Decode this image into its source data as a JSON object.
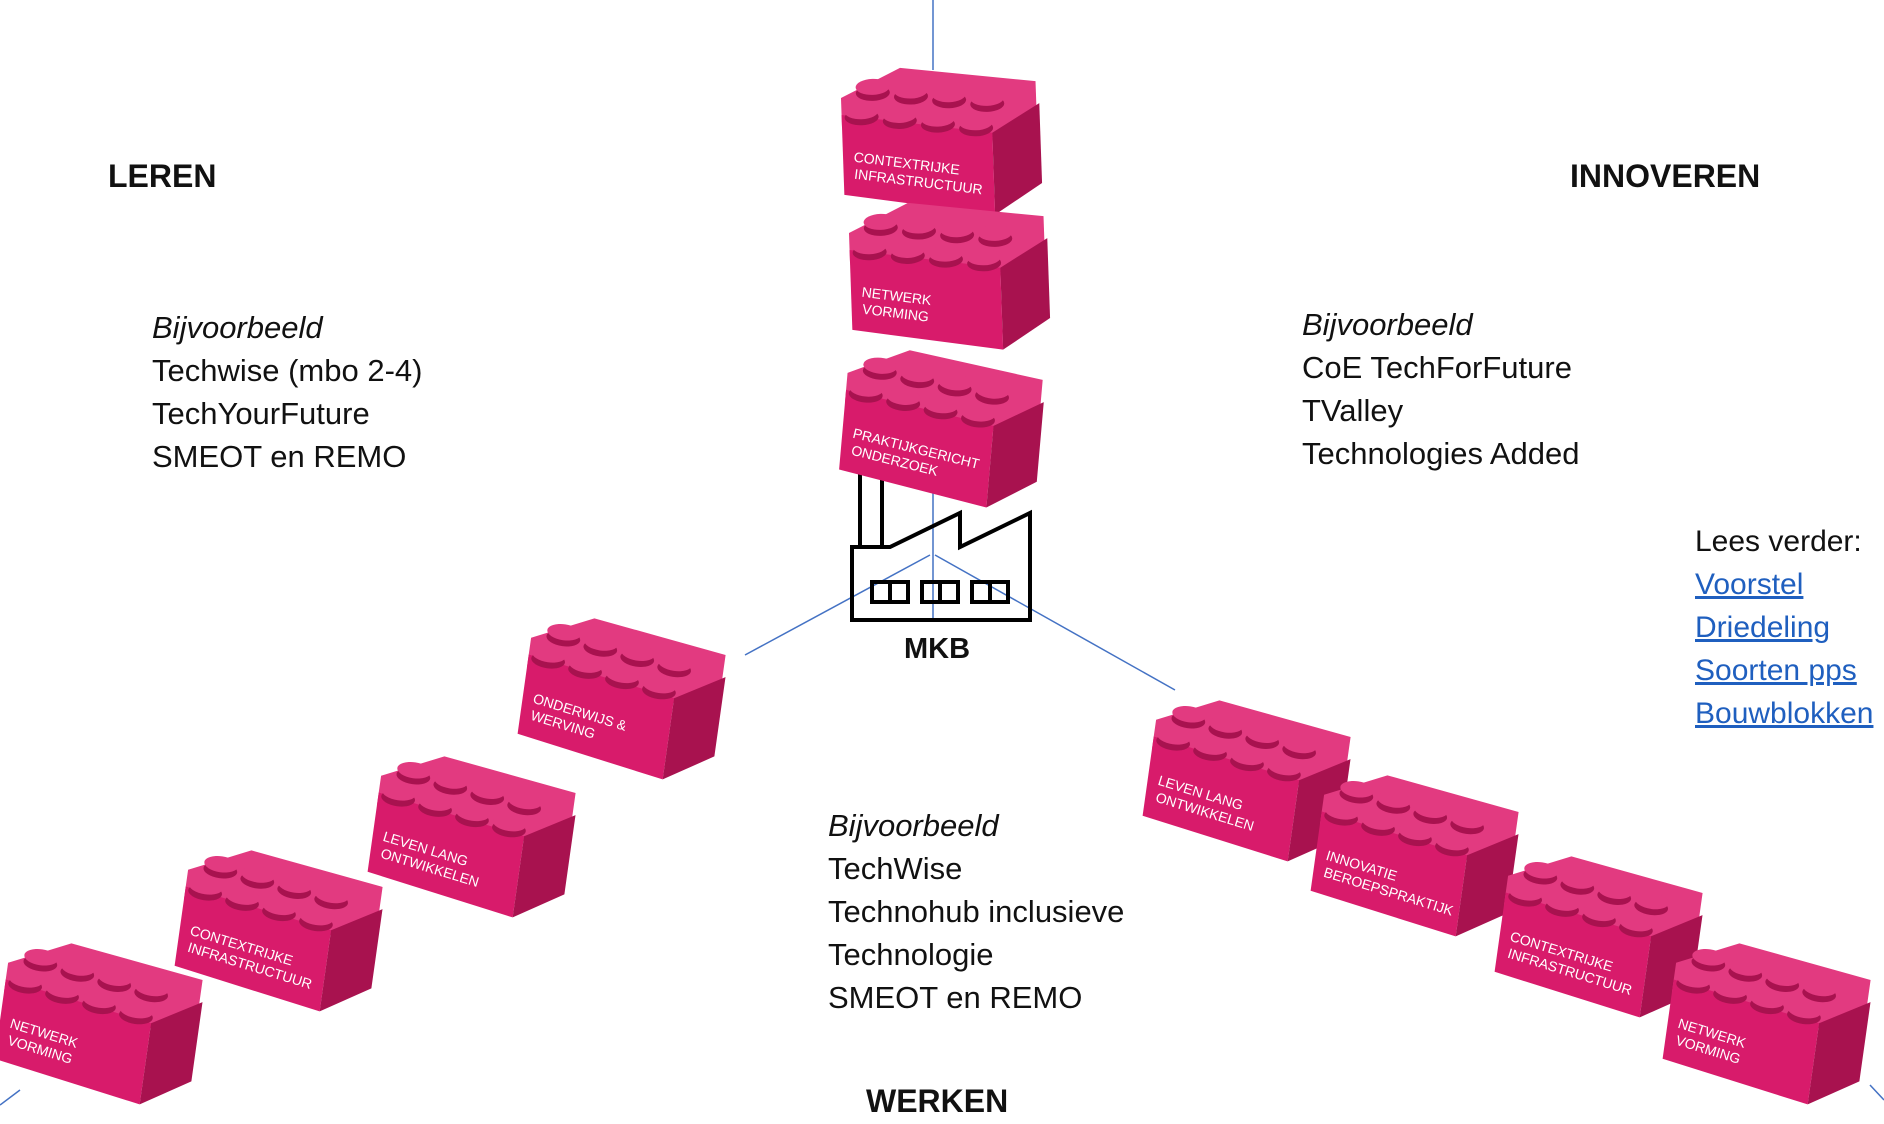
{
  "headings": {
    "leren": "LEREN",
    "innoveren": "INNOVEREN",
    "werken": "WERKEN",
    "center": "MKB"
  },
  "leren_examples": {
    "intro": "Bijvoorbeeld",
    "items": [
      "Techwise (mbo 2-4)",
      "TechYourFuture",
      "SMEOT en REMO"
    ]
  },
  "innoveren_examples": {
    "intro": "Bijvoorbeeld",
    "items": [
      "CoE TechForFuture",
      "TValley",
      "Technologies Added"
    ]
  },
  "werken_examples": {
    "intro": "Bijvoorbeeld",
    "items": [
      "TechWise",
      "Technohub inclusieve",
      "Technologie",
      "SMEOT en REMO"
    ]
  },
  "read_more": {
    "label": "Lees verder:",
    "links": [
      "Voorstel",
      "Driedeling",
      "Soorten pps",
      "Bouwblokken"
    ]
  },
  "bricks": {
    "top": [
      [
        "CONTEXTRIJKE",
        "INFRASTRUCTUUR"
      ],
      [
        "NETWERK",
        "VORMING"
      ],
      [
        "PRAKTIJKGERICHT",
        "ONDERZOEK"
      ]
    ],
    "left": [
      [
        "ONDERWIJS &",
        "WERVING"
      ],
      [
        "LEVEN LANG",
        "ONTWIKKELEN"
      ],
      [
        "CONTEXTRIJKE",
        "INFRASTRUCTUUR"
      ],
      [
        "NETWERK",
        "VORMING"
      ]
    ],
    "right": [
      [
        "LEVEN LANG",
        "ONTWIKKELEN"
      ],
      [
        "INNOVATIE",
        "BEROEPSPRAKTIJK"
      ],
      [
        "CONTEXTRIJKE",
        "INFRASTRUCTUUR"
      ],
      [
        "NETWERK",
        "VORMING"
      ]
    ]
  },
  "colors": {
    "brick": "#d81b6b",
    "brick_dark": "#a8124f",
    "brick_top": "#e23a80",
    "line": "#4472c4",
    "link": "#1f5fbf"
  }
}
